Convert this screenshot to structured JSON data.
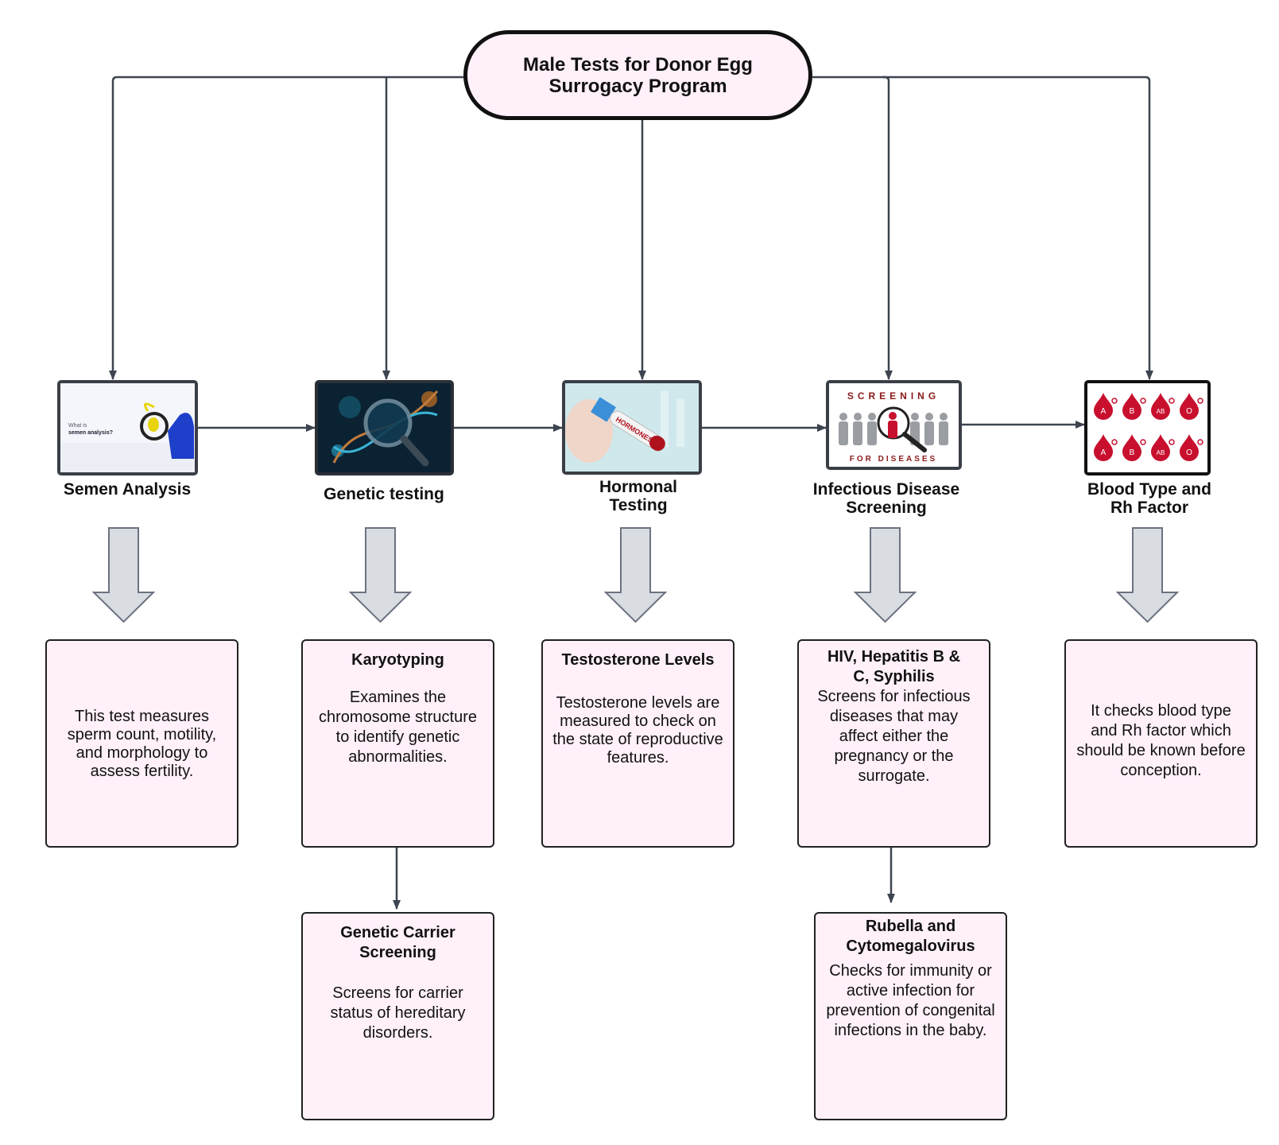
{
  "root": {
    "line1": "Male Tests for Donor Egg",
    "line2": "Surrogacy Program"
  },
  "tests": [
    {
      "label1": "Semen Analysis",
      "label2": "",
      "icon": "semen-analysis-image",
      "image_text1": "What is",
      "image_text2": "semen analysis?"
    },
    {
      "label1": "Genetic testing",
      "label2": "",
      "icon": "dna-magnifier-image"
    },
    {
      "label1": "Hormonal",
      "label2": "Testing",
      "icon": "hormones-test-tube-image",
      "image_text1": "HORMONES"
    },
    {
      "label1": "Infectious Disease",
      "label2": "Screening",
      "icon": "screening-for-diseases-image",
      "image_text1": "SCREENING",
      "image_text2": "FOR DISEASES"
    },
    {
      "label1": "Blood Type and",
      "label2": "Rh Factor",
      "icon": "blood-drops-image",
      "blood_types": [
        "A",
        "B",
        "AB",
        "O"
      ]
    }
  ],
  "details": [
    {
      "title": "",
      "desc": "This test measures sperm count, motility, and morphology to assess fertility."
    },
    {
      "title": "Karyotyping",
      "desc": "Examines the chromosome structure to identify genetic abnormalities."
    },
    {
      "title": "Testosterone Levels",
      "desc": "Testosterone levels are measured to check on the state of reproductive features."
    },
    {
      "title": "HIV, Hepatitis B & C, Syphilis",
      "desc": "Screens for infectious diseases that may affect either the pregnancy or the surrogate."
    },
    {
      "title": "",
      "desc": "It checks blood type and Rh factor which should be known before conception."
    }
  ],
  "sub_details": [
    {
      "title": "Genetic Carrier Screening",
      "desc": "Screens for carrier status of hereditary disorders."
    },
    {
      "title": "Rubella and Cytomegalovirus",
      "desc": "Checks for immunity or active infection for prevention of congenital infections in the baby."
    }
  ],
  "colors": {
    "box_fill": "#fff0fa",
    "connector": "#3d4450",
    "block_arrow_fill": "#d9dde2",
    "blood_red": "#c8102e"
  }
}
